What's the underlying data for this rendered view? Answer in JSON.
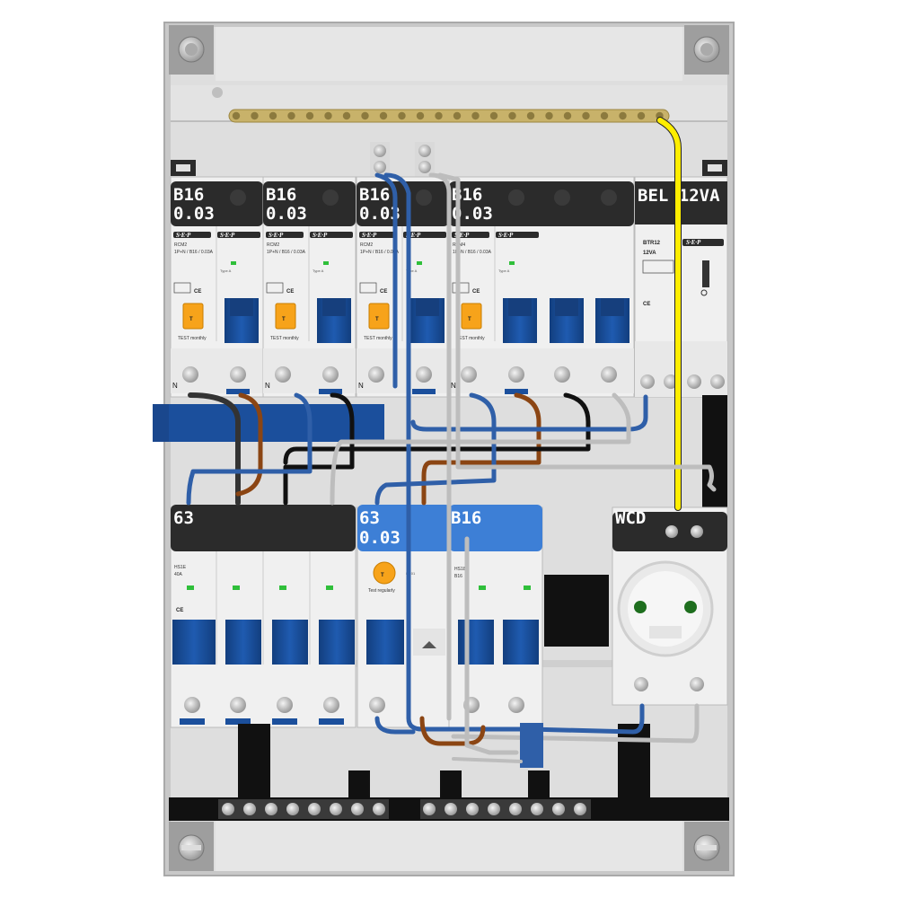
{
  "colors": {
    "enclosure": "#dcdcdc",
    "module": "#f0f0f0",
    "header": "#2b2b2b",
    "blue_module": "#3d7fd6",
    "lever": "#1b4f9c",
    "test_button": "#f7a31a",
    "led": "#2fbf3a",
    "wire_blue": "#2f5fa8",
    "wire_brown": "#8b4513",
    "wire_black": "#111111",
    "wire_grey": "#bdbdbd",
    "wire_yellow": "#ffee00",
    "busbar": "#c8b26a"
  },
  "row1": {
    "modules": [
      {
        "rating": "B16",
        "trip": "0.03",
        "model": "RCM2",
        "spec": "1P+N / B16 / 0.03A",
        "type": "Type A",
        "test": "TEST monthly",
        "brand": "S·E·P",
        "n_label": "N"
      },
      {
        "rating": "B16",
        "trip": "0.03",
        "model": "RCM2",
        "spec": "1P+N / B16 / 0.03A",
        "type": "Type A",
        "test": "TEST monthly",
        "brand": "S·E·P",
        "n_label": "N"
      },
      {
        "rating": "B16",
        "trip": "0.03",
        "model": "RCM2",
        "spec": "1P+N / B16 / 0.03A",
        "type": "Type A",
        "test": "TEST monthly",
        "brand": "S·E·P",
        "n_label": "N"
      },
      {
        "rating": "B16",
        "trip": "0.03",
        "model": "RCM4",
        "spec": "1P+N / B16 / 0.03A",
        "type": "Type A",
        "test": "TEST monthly",
        "brand": "S·E·P",
        "n_label": "N"
      }
    ],
    "bel": {
      "label": "BEL 12VA",
      "model": "BTR12",
      "va": "12VA",
      "brand": "S·E·P"
    }
  },
  "row2": {
    "main": {
      "rating": "63",
      "model": "HS1E",
      "amp": "40A"
    },
    "rcd": {
      "rating": "63",
      "trip": "0.03",
      "model": "RC01",
      "test": "Test regularly"
    },
    "mcb": {
      "rating": "B16",
      "model": "HS18",
      "sub": "B16"
    },
    "wcd": {
      "label": "WCD"
    }
  }
}
